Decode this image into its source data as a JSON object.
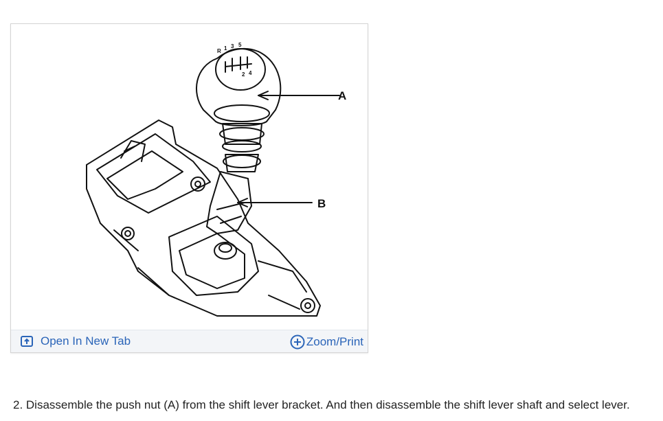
{
  "diagram": {
    "callout_a": "A",
    "callout_b": "B",
    "shift_pattern": [
      "R",
      "1",
      "3",
      "5",
      "2",
      "4"
    ]
  },
  "footer": {
    "open_label": "Open In New Tab",
    "zoom_label": "Zoom/Print",
    "open_icon": "open-in-new-tab-icon",
    "zoom_icon": "zoom-plus-icon",
    "link_color": "#2a64b8"
  },
  "instructions": {
    "step_2": "2. Disassemble the push nut (A) from the shift lever bracket. And then disassemble the shift lever shaft and select lever."
  }
}
